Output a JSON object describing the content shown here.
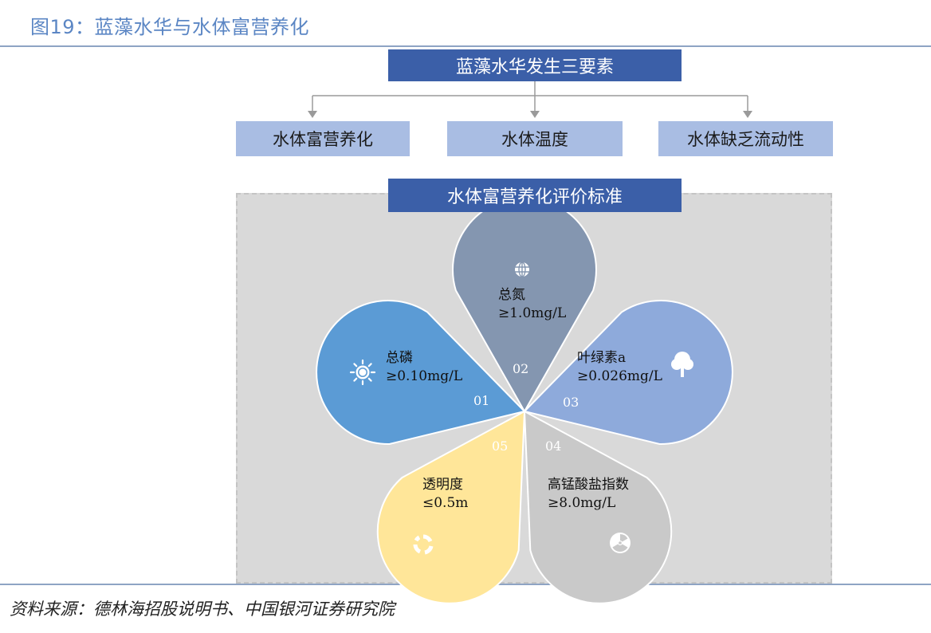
{
  "figure_title": "图19：蓝藻水华与水体富营养化",
  "main_banner": "蓝藻水华发生三要素",
  "factors": [
    "水体富营养化",
    "水体温度",
    "水体缺乏流动性"
  ],
  "eval_banner": "水体富营养化评价标准",
  "petals": [
    {
      "number": "01",
      "name": "总磷",
      "threshold": "≥0.10mg/L",
      "color": "#5b9bd5",
      "icon": "sun-icon"
    },
    {
      "number": "02",
      "name": "总氮",
      "threshold": "≥1.0mg/L",
      "color": "#8496b0",
      "icon": "globe-icon"
    },
    {
      "number": "03",
      "name": "叶绿素a",
      "threshold": "≥0.026mg/L",
      "color": "#8eaadb",
      "icon": "tree-icon"
    },
    {
      "number": "04",
      "name": "高锰酸盐指数",
      "threshold": "≥8.0mg/L",
      "color": "#c9c9c9",
      "icon": "radiation-icon"
    },
    {
      "number": "05",
      "name": "透明度",
      "threshold": "≤0.5m",
      "color": "#ffe699",
      "icon": "cycle-icon"
    }
  ],
  "source": "资料来源：德林海招股说明书、中国银河证券研究院"
}
